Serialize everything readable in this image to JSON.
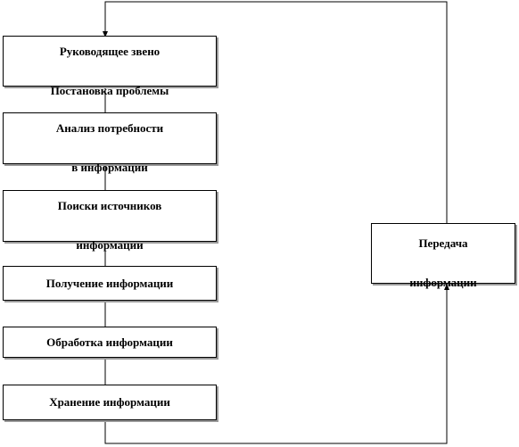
{
  "diagram": {
    "boxes": [
      {
        "id": "leadership",
        "lines": [
          "Руководящее  звено",
          "Постановка проблемы"
        ]
      },
      {
        "id": "needs-analysis",
        "lines": [
          "Анализ потребности",
          "в информации"
        ]
      },
      {
        "id": "source-search",
        "lines": [
          "Поиски источников",
          "информации"
        ]
      },
      {
        "id": "obtaining",
        "lines": [
          "Получение информации"
        ]
      },
      {
        "id": "processing",
        "lines": [
          "Обработка информации"
        ]
      },
      {
        "id": "storage",
        "lines": [
          "Хранение информации"
        ]
      },
      {
        "id": "transfer",
        "lines": [
          "Передача",
          "информации"
        ]
      }
    ]
  }
}
